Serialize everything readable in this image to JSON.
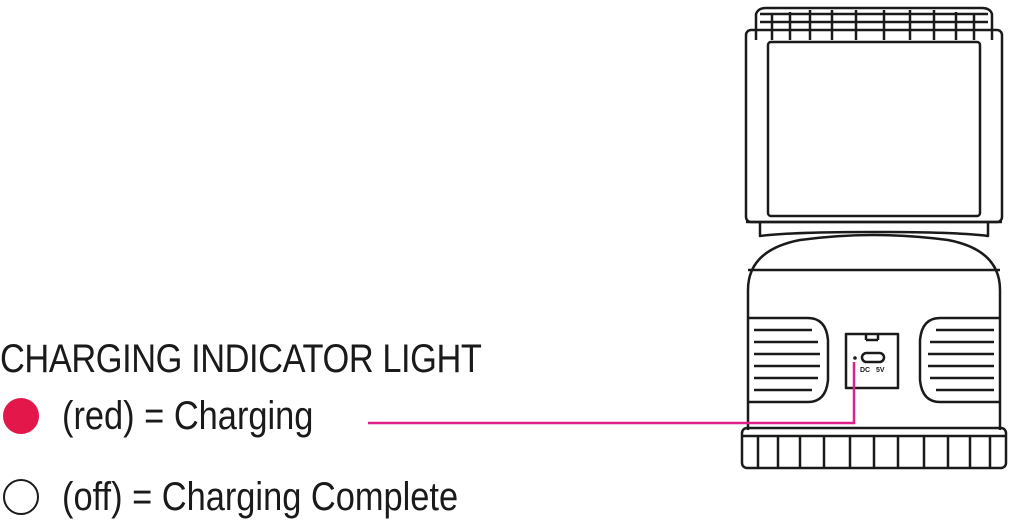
{
  "legend": {
    "title": "CHARGING INDICATOR LIGHT",
    "items": [
      {
        "state": "red",
        "label": "(red) = Charging",
        "dot_color": "#e4174a"
      },
      {
        "state": "off",
        "label": "(off) = Charging Complete",
        "dot_color": "#ffffff"
      }
    ]
  },
  "port": {
    "label_dc": "DC",
    "label_5v": "5V"
  },
  "colors": {
    "leader_line": "#e0208a",
    "outline": "#1a1a1a"
  }
}
